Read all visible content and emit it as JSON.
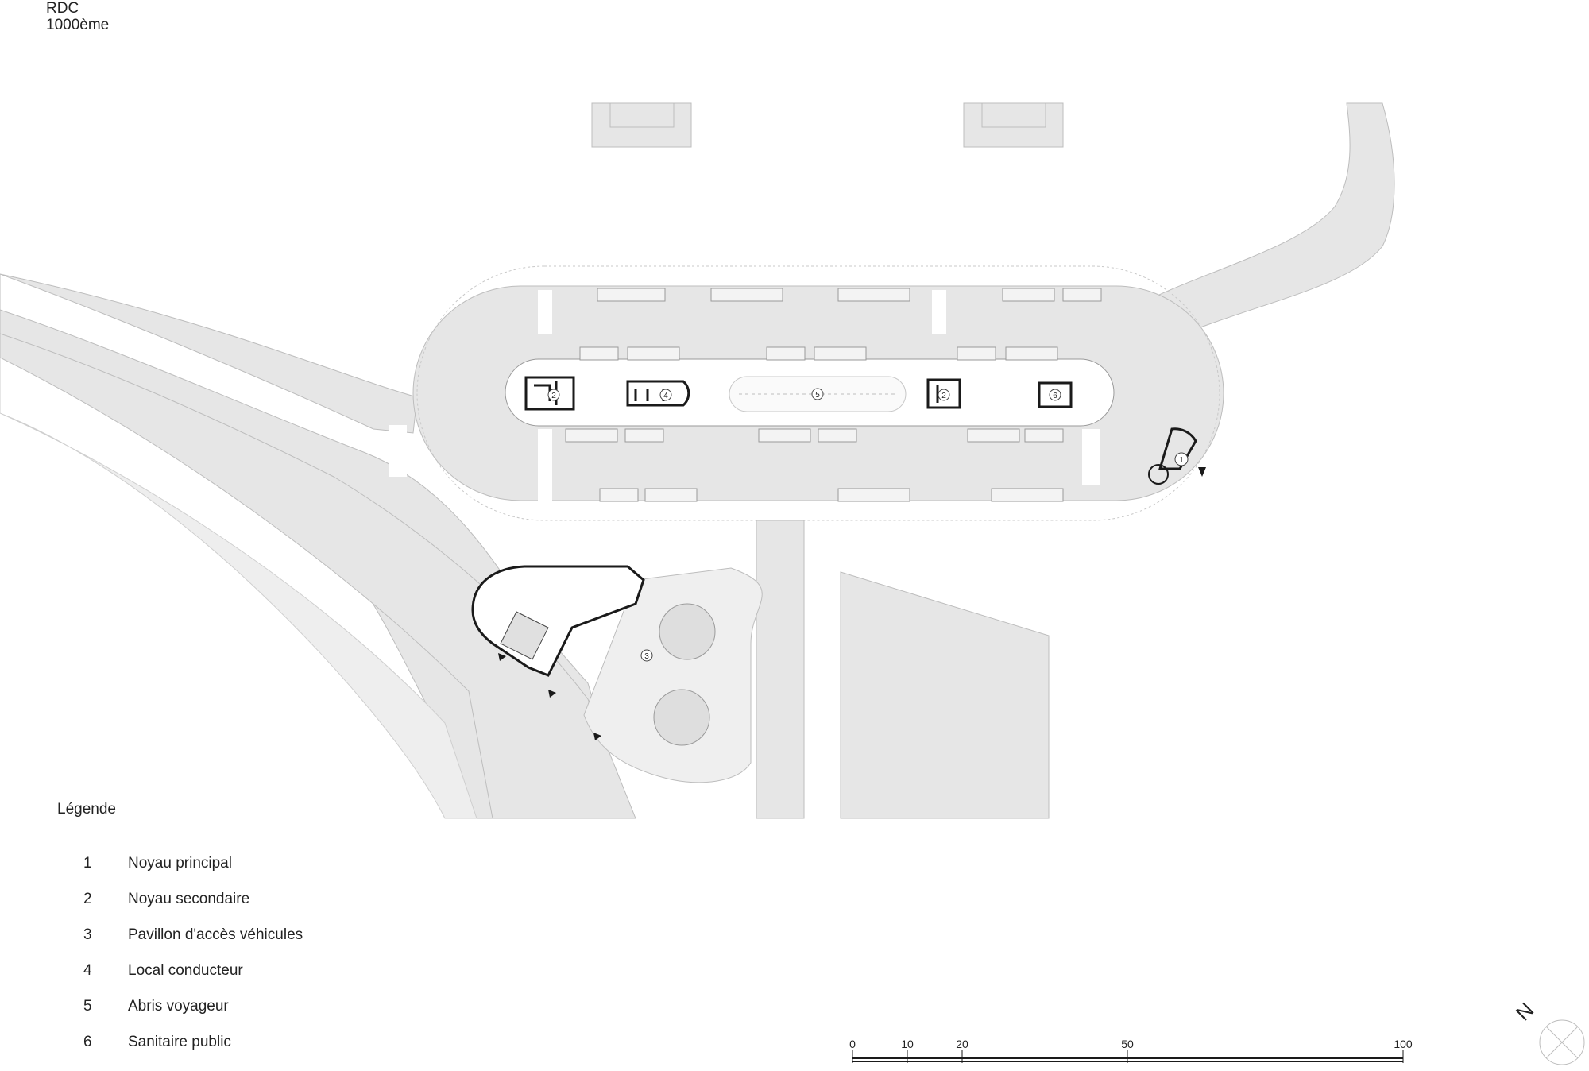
{
  "header": {
    "level": "RDC",
    "scale": "1000ème"
  },
  "plan": {
    "zone_labels": [
      "1",
      "2",
      "4",
      "5",
      "2",
      "6",
      "3"
    ]
  },
  "legend": {
    "title": "Légende",
    "items": [
      {
        "num": "1",
        "label": "Noyau principal"
      },
      {
        "num": "2",
        "label": "Noyau secondaire"
      },
      {
        "num": "3",
        "label": "Pavillon d'accès véhicules"
      },
      {
        "num": "4",
        "label": "Local conducteur"
      },
      {
        "num": "5",
        "label": "Abris voyageur"
      },
      {
        "num": "6",
        "label": "Sanitaire public"
      }
    ]
  },
  "scalebar": {
    "ticks": [
      "0",
      "10",
      "20",
      "50",
      "100"
    ]
  },
  "north": {
    "label": "N"
  },
  "colors": {
    "road": "#e6e6e6",
    "line": "#bdbdbd",
    "building": "#1a1a1a",
    "background": "#ffffff"
  }
}
